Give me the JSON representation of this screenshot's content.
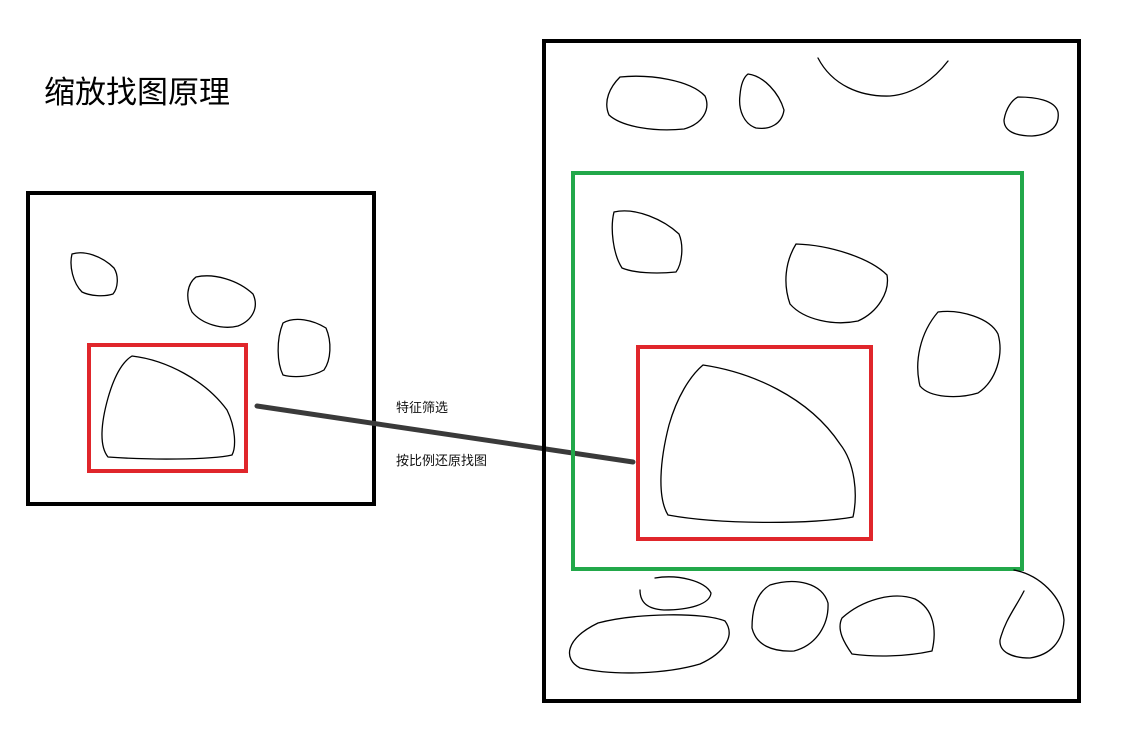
{
  "title": "缩放找图原理",
  "annotations": {
    "feature_filter": "特征筛选",
    "scale_restore": "按比例还原找图"
  },
  "colors": {
    "frame": "#000000",
    "match_box": "#e0262b",
    "search_region": "#22a84a",
    "connector": "#3a3a3a"
  }
}
